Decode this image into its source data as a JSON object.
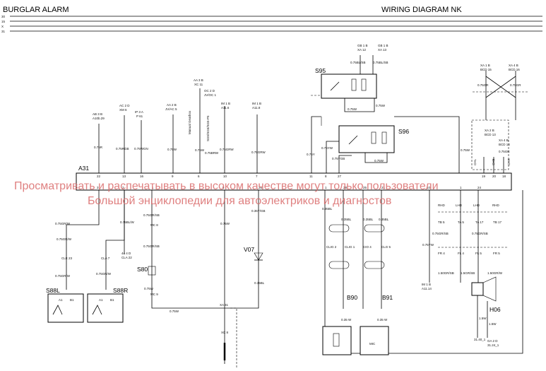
{
  "header": {
    "left": "BURGLAR ALARM",
    "right": "WIRING DIAGRAM NK"
  },
  "rails": [
    "30",
    "15",
    "X",
    "31"
  ],
  "module": {
    "name": "A31"
  },
  "watermark": {
    "line1": "Просматривать и распечатывать в высоком качестве могут только пользователи",
    "line2": "Большой энциклопедии для автоэлектриков и диагностов"
  },
  "top_pins": [
    "22",
    "13",
    "16",
    "9",
    "6",
    "10",
    "7",
    "11",
    "8",
    "27",
    "19",
    "20",
    "18"
  ],
  "bottom_pins": [
    "3",
    "2",
    "1",
    "5",
    "26",
    "1",
    "28",
    "25",
    "21",
    "10",
    "1",
    "24"
  ],
  "conn_top": [
    {
      "code": "AB 3 B",
      "sub": "A10b.29",
      "wire": "0.75R"
    },
    {
      "code": "AC 2 D",
      "sub": "XM 6",
      "wire": "0.75RGB"
    },
    {
      "code": "IP 3 A",
      "sub": "P 61",
      "wire": "0.75WGN"
    },
    {
      "code": "AA 2 B",
      "sub": "JV/AC 5",
      "wire": "0.75W"
    },
    {
      "code": "AA 3 B",
      "sub": "XC 11",
      "wire": "0.75W"
    },
    {
      "code": "OC 2 D",
      "sub": "JV/OC 1",
      "wire": "0.75BRW"
    },
    {
      "code": "IM 1 B",
      "sub": "A11.6",
      "wire": "0.75GRW"
    },
    {
      "code": "IM 1 B",
      "sub": "A11.8",
      "wire": "0.75GRW"
    }
  ],
  "side_text": [
    "Manual Gearbox",
    "SG5/SG5/SG5-P5"
  ],
  "switches": {
    "s95": "S95",
    "s96": "S96"
  },
  "s95_conn": [
    {
      "code": "GB 1 B",
      "sub": "XA 12",
      "wire": "0.75BL/SB"
    },
    {
      "code": "GB 1 B",
      "sub": "XA 13",
      "wire": "0.75BL/SB"
    }
  ],
  "s95_wires": [
    "0.75W",
    "0.75W"
  ],
  "s96_wires": [
    "0.75Y",
    "0.75YW",
    "0.75YGB",
    "0.75W"
  ],
  "right_conn": [
    {
      "code": "XA 1 B",
      "sub": "BCD 15",
      "wire": "0.75GR"
    },
    {
      "code": "XA 4 B",
      "sub": "BCD 16",
      "wire": "0.75GR"
    },
    {
      "code": "XA 2 B",
      "sub": "BCD 13",
      "wire": "0.75GR"
    },
    {
      "code": "XA 4 B",
      "sub": "BCD 14",
      "wire": "0.75GR"
    }
  ],
  "right_small": [
    "0.75W",
    "CHL",
    "CHE",
    "CHR"
  ],
  "left_parts": {
    "s88l": "S88L",
    "s88r": "S88R",
    "s80": "S80",
    "v07": "V07",
    "b90": "B90",
    "b91": "B91",
    "h06": "H06",
    "w1": "0.75GR/W",
    "w2": "0.75BL/W",
    "w3": "0.75GR/SB",
    "w4": "0.75GR/SB",
    "w5": "0.75W",
    "w6": "0.35Y/GB",
    "w7": "0.35BL",
    "w8": "0.35BL",
    "w9": "0.35BL",
    "w10": "0.75GR/W",
    "w11": "0.75GR/W",
    "w12": "0.75GR/W",
    "c1": "CLE 23",
    "c2": "CLA 7",
    "c3": "44 4 D",
    "c4": "CLA 22",
    "c5": "MC 8",
    "c6": "MC 9",
    "mic": "MIC",
    "gnd": "XA 31",
    "xc": "XC 8",
    "a1": "A1",
    "b1": "B1"
  },
  "h06_wires": [
    "0.75GR/SB",
    "1.5GR/SB",
    "1.50GR/SB",
    "1.50GR/W",
    "1.50GRW",
    "1.5W",
    "1.5W"
  ],
  "h06_labels": [
    "RHD",
    "LHD",
    "LHD",
    "RHD",
    "TB 5",
    "TA 5",
    "TA 17",
    "TB 17",
    "FR 4",
    "FL 4",
    "FL 5",
    "FR 5"
  ],
  "bottom_labels": {
    "im": "IM 1 B",
    "im_sub": "A11.14",
    "ga": "GA 2 D",
    "ga_sub": "31.24_1",
    "g1": "31.40_1",
    "wire_y": "0.75YW"
  },
  "bottom_grid": [
    "CLIG 2",
    "CLIG 1",
    "CIO 4",
    "CLG 5",
    "0.35BL",
    "0.35BL",
    "0.35BL",
    "0.35BL",
    "0.35 W",
    "0.35 W"
  ]
}
